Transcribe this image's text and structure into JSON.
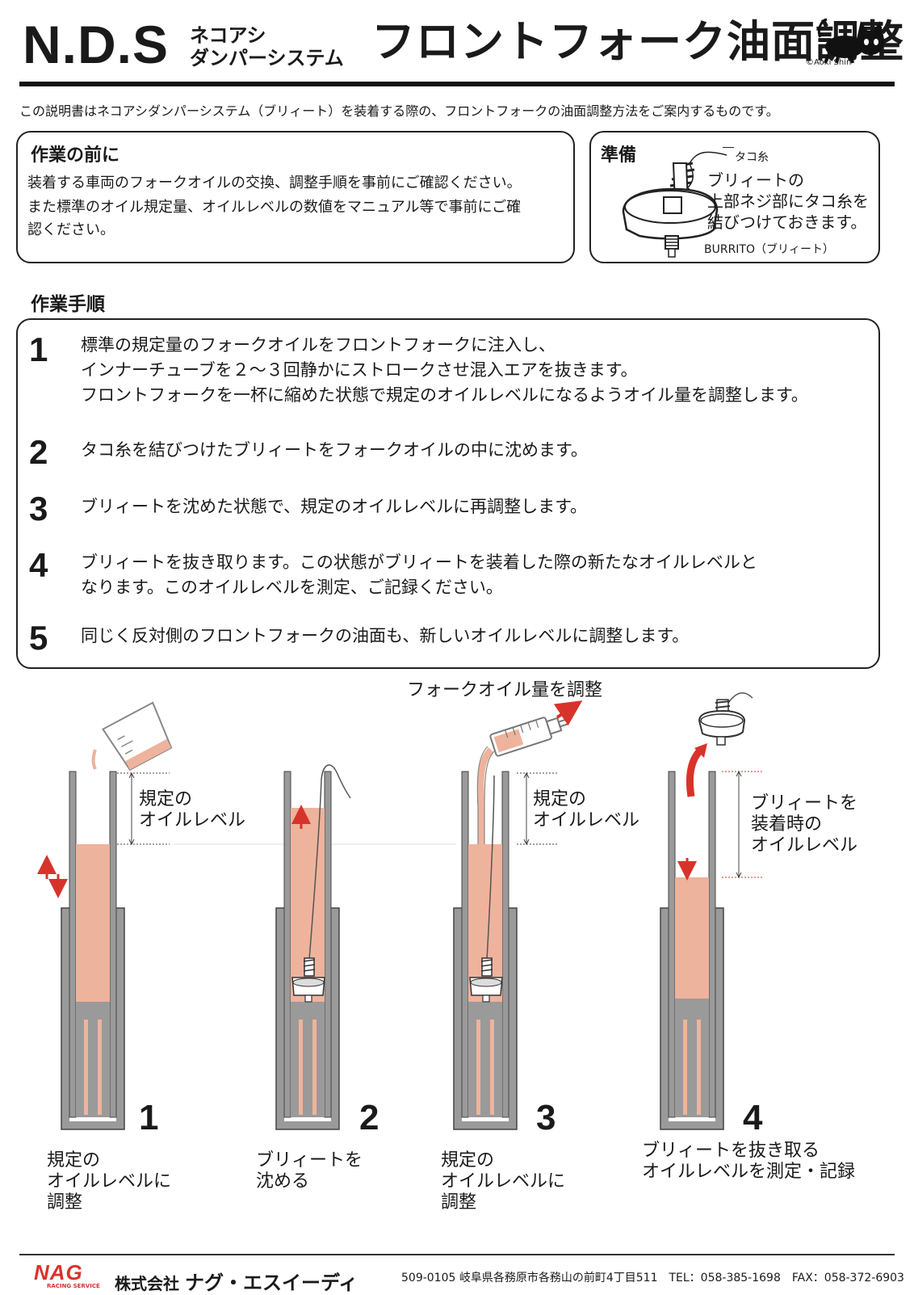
{
  "header": {
    "brand": "N.D.S",
    "brand_sub_1": "ネコアシ",
    "brand_sub_2": "ダンパーシステム",
    "title": "フロントフォーク油面調整",
    "credit": "©Aoki Shin"
  },
  "intro": "この説明書はネコアシダンパーシステム（ブリィート）を装着する際の、フロントフォークの油面調整方法をご案内するものです。",
  "before": {
    "heading": "作業の前に",
    "line1": "装着する車両のフォークオイルの交換、調整手順を事前にご確認ください。",
    "line2": "また標準のオイル規定量、オイルレベルの数値をマニュアル等で事前にご確",
    "line3": "認ください。"
  },
  "prep": {
    "heading": "準備",
    "string_label": "タコ糸",
    "text1": "ブリィートの",
    "text2": "上部ネジ部にタコ糸を",
    "text3": "結びつけておきます。",
    "part_label": "BURRITO（ブリィート）"
  },
  "procedure": {
    "heading": "作業手順",
    "steps": [
      {
        "num": "1",
        "lines": [
          "標準の規定量のフォークオイルをフロントフォークに注入し、",
          "インナーチューブを２～３回静かにストロークさせ混入エアを抜きます。",
          "フロントフォークを一杯に縮めた状態で規定のオイルレベルになるようオイル量を調整します。"
        ]
      },
      {
        "num": "2",
        "lines": [
          "タコ糸を結びつけたブリィートをフォークオイルの中に沈めます。"
        ]
      },
      {
        "num": "3",
        "lines": [
          "ブリィートを沈めた状態で、規定のオイルレベルに再調整します。"
        ]
      },
      {
        "num": "4",
        "lines": [
          "ブリィートを抜き取ります。この状態がブリィートを装着した際の新たなオイルレベルと",
          "なります。このオイルレベルを測定、ご記録ください。"
        ]
      },
      {
        "num": "5",
        "lines": [
          "同じく反対側のフロントフォークの油面も、新しいオイルレベルに調整します。"
        ]
      }
    ]
  },
  "diagram": {
    "syringe_label": "フォークオイル量を調整",
    "fig1": {
      "num": "1",
      "level_1": "規定の",
      "level_2": "オイルレベル",
      "cap_1": "規定の",
      "cap_2": "オイルレベルに",
      "cap_3": "調整"
    },
    "fig2": {
      "num": "2",
      "cap_1": "ブリィートを",
      "cap_2": "沈める"
    },
    "fig3": {
      "num": "3",
      "level_1": "規定の",
      "level_2": "オイルレベル",
      "cap_1": "規定の",
      "cap_2": "オイルレベルに",
      "cap_3": "調整"
    },
    "fig4": {
      "num": "4",
      "level_1": "ブリィートを",
      "level_2": "装着時の",
      "level_3": "オイルレベル",
      "cap_1": "ブリィートを抜き取る",
      "cap_2": "オイルレベルを測定・記録"
    }
  },
  "footer": {
    "logo": "NAG",
    "logo_sub": "RACING SERVICE",
    "company_prefix": "株式会社",
    "company_name": "ナグ・エスイーディ",
    "address": "509-0105 岐阜県各務原市各務山の前町4丁目511　TEL：058-385-1698　FAX：058-372-6903"
  },
  "colors": {
    "oil": "#eeb39c",
    "tube": "#9a9a9a",
    "arrow": "#d8332b",
    "text": "#1a1a1a"
  }
}
